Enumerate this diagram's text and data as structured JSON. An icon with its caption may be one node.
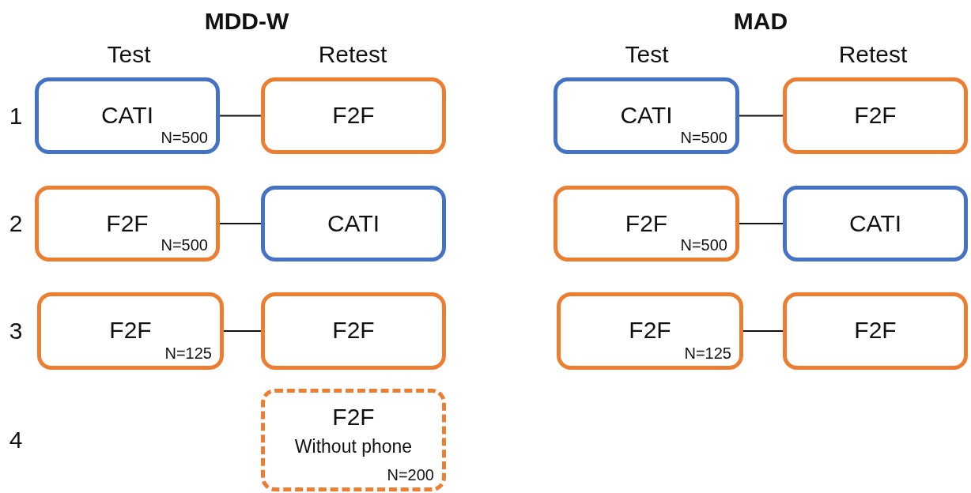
{
  "diagram": {
    "nodes": [
      {
        "text": [
          "CATI",
          "N=500"
        ]
      },
      {
        "text": [
          "F2F"
        ]
      },
      {
        "text": [
          "CATI",
          "N=500"
        ]
      },
      {
        "text": [
          "F2F"
        ]
      },
      {
        "text": [
          "F2F",
          "N=500"
        ]
      },
      {
        "text": [
          "CATI"
        ]
      },
      {
        "text": [
          "F2F",
          "N=500"
        ]
      },
      {
        "text": [
          "CATI"
        ]
      },
      {
        "text": [
          "F2F",
          "N=125"
        ]
      },
      {
        "text": [
          "F2F"
        ]
      },
      {
        "text": [
          "F2F",
          "N=125"
        ]
      },
      {
        "text": [
          "F2F"
        ]
      },
      {
        "text": [
          "F2F",
          "Without phone",
          "N=200"
        ]
      }
    ],
    "edges": [
      {
        "from": 0,
        "to": 1,
        "arrow": "none"
      },
      {
        "from": 2,
        "to": 3,
        "arrow": "none"
      },
      {
        "from": 4,
        "to": 5,
        "arrow": "none"
      },
      {
        "from": 6,
        "to": 7,
        "arrow": "none"
      },
      {
        "from": 8,
        "to": 9,
        "arrow": "none"
      },
      {
        "from": 10,
        "to": 11,
        "arrow": "none"
      }
    ],
    "labels": [
      "MDD-W",
      "MAD",
      "Test",
      "Retest",
      "Test",
      "Retest",
      "1",
      "2",
      "3",
      "4"
    ]
  }
}
